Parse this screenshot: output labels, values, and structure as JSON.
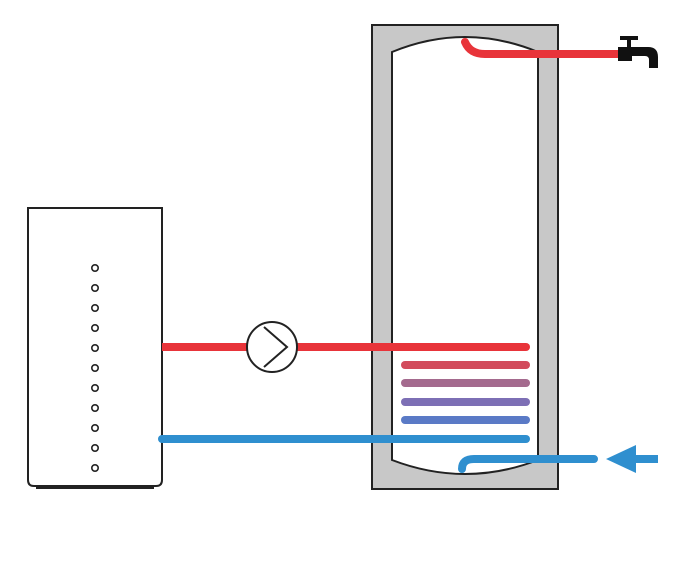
{
  "diagram": {
    "components": [
      {
        "id": "heat-source-unit",
        "icon": "boiler-unit-icon"
      },
      {
        "id": "circulation-pump",
        "icon": "pump-icon"
      },
      {
        "id": "storage-tank",
        "icon": "hot-water-cylinder-icon"
      },
      {
        "id": "heating-coil",
        "icon": "coil-icon"
      },
      {
        "id": "hot-water-tap",
        "icon": "faucet-icon"
      },
      {
        "id": "cold-water-inlet",
        "icon": "arrow-left-icon"
      }
    ],
    "colors": {
      "hot": "#e8343a",
      "cold": "#2f8fcf",
      "tank_jacket": "#c8c8c8",
      "outline": "#222222",
      "coil_stripes": [
        "#d24b5c",
        "#a46a8e",
        "#7d6fb5",
        "#5a7ac6"
      ]
    }
  }
}
